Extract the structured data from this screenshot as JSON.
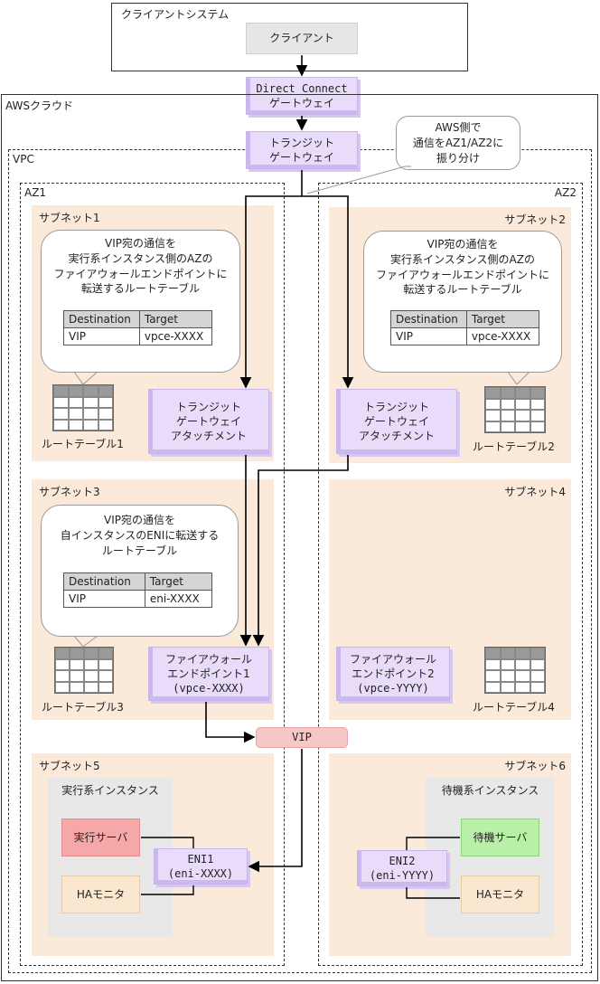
{
  "client_system": {
    "title": "クライアントシステム",
    "client": "クライアント"
  },
  "dc_gateway": {
    "line1": "Direct Connect",
    "line2": "ゲートウェイ"
  },
  "aws_cloud": {
    "title": "AWSクラウド"
  },
  "transit_gateway": {
    "line1": "トランジット",
    "line2": "ゲートウェイ"
  },
  "aws_note": {
    "line1": "AWS側で",
    "line2": "通信をAZ1/AZ2に",
    "line3": "振り分け"
  },
  "vpc": {
    "title": "VPC"
  },
  "az1": {
    "title": "AZ1"
  },
  "az2": {
    "title": "AZ2"
  },
  "subnet1": {
    "title": "サブネット1",
    "note": [
      "VIP宛の通信を",
      "実行系インスタンス側のAZの",
      "ファイアウォールエンドポイントに",
      "転送するルートテーブル"
    ],
    "table": {
      "h1": "Destination",
      "h2": "Target",
      "c1": "VIP",
      "c2": "vpce-XXXX"
    },
    "rt_label": "ルートテーブル1",
    "tga": [
      "トランジット",
      "ゲートウェイ",
      "アタッチメント"
    ]
  },
  "subnet2": {
    "title": "サブネット2",
    "note": [
      "VIP宛の通信を",
      "実行系インスタンス側のAZの",
      "ファイアウォールエンドポイントに",
      "転送するルートテーブル"
    ],
    "table": {
      "h1": "Destination",
      "h2": "Target",
      "c1": "VIP",
      "c2": "vpce-XXXX"
    },
    "rt_label": "ルートテーブル2",
    "tga": [
      "トランジット",
      "ゲートウェイ",
      "アタッチメント"
    ]
  },
  "subnet3": {
    "title": "サブネット3",
    "note": [
      "VIP宛の通信を",
      "自インスタンスのENIに転送する",
      "ルートテーブル"
    ],
    "table": {
      "h1": "Destination",
      "h2": "Target",
      "c1": "VIP",
      "c2": "eni-XXXX"
    },
    "rt_label": "ルートテーブル3",
    "fw": [
      "ファイアウォール",
      "エンドポイント1",
      "(vpce-XXXX)"
    ]
  },
  "subnet4": {
    "title": "サブネット4",
    "rt_label": "ルートテーブル4",
    "fw": [
      "ファイアウォール",
      "エンドポイント2",
      "(vpce-YYYY)"
    ]
  },
  "vip": "VIP",
  "subnet5": {
    "title": "サブネット5",
    "instance": "実行系インスタンス",
    "server": "実行サーバ",
    "ha": "HAモニタ",
    "eni": [
      "ENI1",
      "(eni-XXXX)"
    ]
  },
  "subnet6": {
    "title": "サブネット6",
    "instance": "待機系インスタンス",
    "server": "待機サーバ",
    "ha": "HAモニタ",
    "eni": [
      "ENI2",
      "(eni-YYYY)"
    ]
  }
}
